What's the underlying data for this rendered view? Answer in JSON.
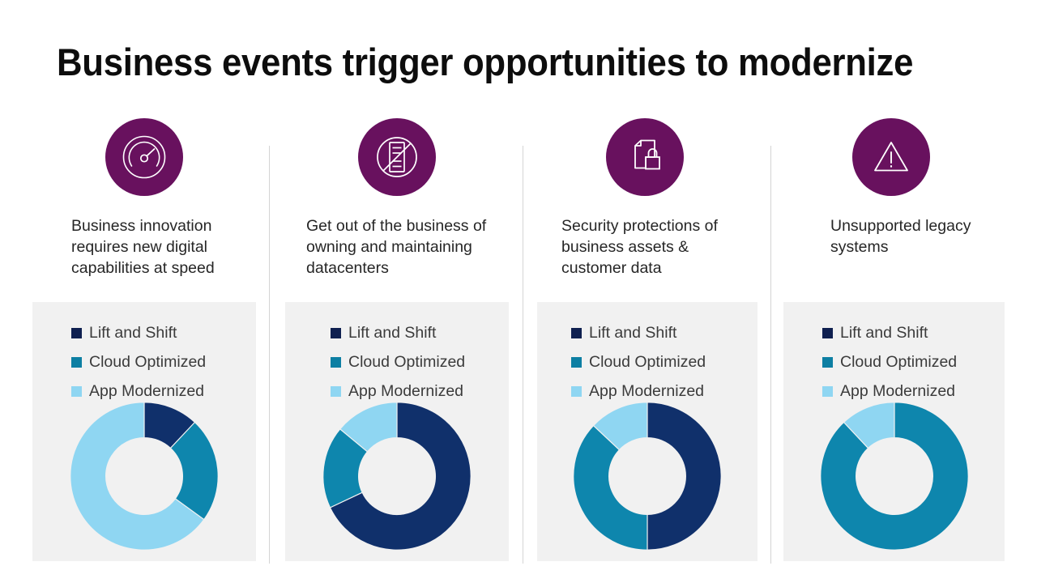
{
  "slide": {
    "title": "Business events trigger opportunities to modernize",
    "background": "#ffffff",
    "accent_purple": "#68115e",
    "panel_background": "#f1f1f1",
    "divider_color": "#d4d4d4"
  },
  "series_colors": {
    "lift_and_shift": "#10306b",
    "cloud_optimized": "#0e86ad",
    "app_modernized": "#8fd6f2"
  },
  "columns": [
    {
      "icon": "speedometer-icon",
      "caption": "Business innovation requires new digital capabilities at speed",
      "legend": [
        {
          "label": "Lift and Shift",
          "color": "#0f2050"
        },
        {
          "label": "Cloud Optimized",
          "color": "#0d7fa3"
        },
        {
          "label": "App Modernized",
          "color": "#8fd6f2"
        }
      ]
    },
    {
      "icon": "no-datacenter-icon",
      "caption": "Get out of the business of owning and maintaining datacenters",
      "legend": [
        {
          "label": "Lift and Shift",
          "color": "#0f2050"
        },
        {
          "label": "Cloud Optimized",
          "color": "#0d7fa3"
        },
        {
          "label": "App Modernized",
          "color": "#8fd6f2"
        }
      ]
    },
    {
      "icon": "document-lock-icon",
      "caption": "Security protections of business assets & customer data",
      "legend": [
        {
          "label": "Lift and Shift",
          "color": "#0f2050"
        },
        {
          "label": "Cloud Optimized",
          "color": "#0d7fa3"
        },
        {
          "label": "App Modernized",
          "color": "#8fd6f2"
        }
      ]
    },
    {
      "icon": "warning-triangle-icon",
      "caption": "Unsupported legacy systems",
      "legend": [
        {
          "label": "Lift and Shift",
          "color": "#0f2050"
        },
        {
          "label": "Cloud Optimized",
          "color": "#0d7fa3"
        },
        {
          "label": "App Modernized",
          "color": "#8fd6f2"
        }
      ]
    }
  ],
  "chart_data": [
    {
      "type": "pie",
      "title": "Business innovation requires new digital capabilities at speed",
      "categories": [
        "Lift and Shift",
        "Cloud Optimized",
        "App Modernized"
      ],
      "values": [
        12,
        23,
        65
      ],
      "colors": [
        "#10306b",
        "#0e86ad",
        "#8fd6f2"
      ],
      "donut": true,
      "inner_radius_ratio": 0.52,
      "start_angle": 0,
      "legend": "top-left"
    },
    {
      "type": "pie",
      "title": "Get out of the business of owning and maintaining datacenters",
      "categories": [
        "Lift and Shift",
        "Cloud Optimized",
        "App Modernized"
      ],
      "values": [
        68,
        18,
        14
      ],
      "colors": [
        "#10306b",
        "#0e86ad",
        "#8fd6f2"
      ],
      "donut": true,
      "inner_radius_ratio": 0.52,
      "start_angle": 0,
      "legend": "top-left"
    },
    {
      "type": "pie",
      "title": "Security protections of business assets & customer data",
      "categories": [
        "Lift and Shift",
        "Cloud Optimized",
        "App Modernized"
      ],
      "values": [
        50,
        37,
        13
      ],
      "colors": [
        "#10306b",
        "#0e86ad",
        "#8fd6f2"
      ],
      "donut": true,
      "inner_radius_ratio": 0.52,
      "start_angle": 0,
      "legend": "top-left"
    },
    {
      "type": "pie",
      "title": "Unsupported legacy systems",
      "categories": [
        "Lift and Shift",
        "Cloud Optimized",
        "App Modernized"
      ],
      "values": [
        0,
        88,
        12
      ],
      "colors": [
        "#10306b",
        "#0e86ad",
        "#8fd6f2"
      ],
      "donut": true,
      "inner_radius_ratio": 0.52,
      "start_angle": 0,
      "legend": "top-left"
    }
  ]
}
